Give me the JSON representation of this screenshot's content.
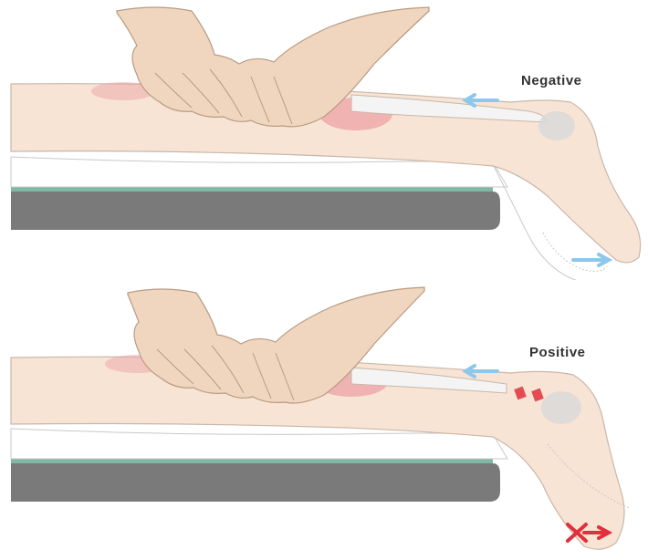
{
  "panels": [
    {
      "id": "negative",
      "label": "Negative",
      "foot_moves": true,
      "pain_marks": false,
      "colors": {
        "skin": "#f8e4d4",
        "skin_outline": "#c9b7a8",
        "muscle_highlight": "#ec9ea4",
        "tendon": "#f4f4f4",
        "bone": "#d8d8d8",
        "arrow_blue": "#8cc8ec",
        "table_teal": "#7fb8a4",
        "table_gray": "#7a7a7a"
      }
    },
    {
      "id": "positive",
      "label": "Positive",
      "foot_moves": false,
      "pain_marks": true,
      "colors": {
        "skin": "#f8e4d4",
        "skin_outline": "#c9b7a8",
        "muscle_highlight": "#ec9ea4",
        "tendon": "#f4f4f4",
        "bone": "#d8d8d8",
        "arrow_blue": "#8cc8ec",
        "arrow_red": "#e0303c",
        "table_teal": "#7fb8a4",
        "table_gray": "#7a7a7a"
      }
    }
  ]
}
